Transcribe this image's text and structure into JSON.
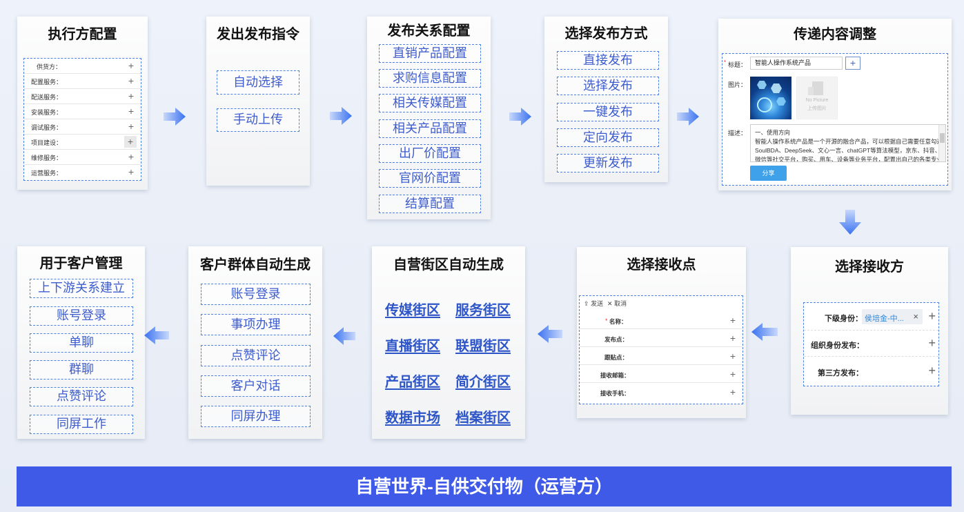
{
  "top_row": {
    "executor": {
      "title": "执行方配置",
      "rows": [
        "供货方：",
        "配置服务：",
        "配送服务：",
        "安装服务：",
        "调试服务：",
        "项目建设：",
        "维修服务：",
        "运营服务："
      ],
      "plus": "+"
    },
    "command": {
      "title": "发出发布指令",
      "options": [
        "自动选择",
        "手动上传"
      ]
    },
    "relation": {
      "title": "发布关系配置",
      "options": [
        "直销产品配置",
        "求购信息配置",
        "相关传媒配置",
        "相关产品配置",
        "出厂价配置",
        "官网价配置",
        "结算配置"
      ]
    },
    "method": {
      "title": "选择发布方式",
      "options": [
        "直接发布",
        "选择发布",
        "一键发布",
        "定向发布",
        "更新发布"
      ]
    },
    "content": {
      "title": "传递内容调整",
      "label_title": "标题：",
      "title_value": "智能人操作系统产品",
      "plus": "+",
      "label_image": "图片：",
      "no_picture": "No Picture",
      "upload_image": "上传图片",
      "label_desc": "描述：",
      "desc_lines": [
        "一、使用方向",
        "智能人操作系统产品是一个开源的融合产品，可以根据自己需要任意勾选",
        "SoulBDA、DeepSeek、文心一言、chatGPT等算法模型，京东、抖音、",
        "微信等社交平台，购买、用车、设备等业务平台，配置出自己的各类专业"
      ],
      "share_button": "分享"
    }
  },
  "bottom_row": {
    "receiver": {
      "title": "选择接收方",
      "rows": [
        {
          "label": "下级身份：",
          "chip": "侯培金-中...",
          "x": "×",
          "plus": "+"
        },
        {
          "label": "组织身份发布：",
          "plus": "+"
        },
        {
          "label": "第三方发布：",
          "plus": "+"
        }
      ]
    },
    "point": {
      "title": "选择接收点",
      "toolbar_send": "发送",
      "toolbar_cancel": "取消",
      "required_mark": "*",
      "rows": [
        "名称：",
        "发布点：",
        "跟贴点：",
        "接收邮箱：",
        "接收手机："
      ],
      "plus": "+"
    },
    "block": {
      "title": "自营街区自动生成",
      "links": [
        "传媒街区",
        "服务街区",
        "直播街区",
        "联盟街区",
        "产品街区",
        "简介街区",
        "数据市场",
        "档案街区"
      ]
    },
    "group": {
      "title": "客户群体自动生成",
      "options": [
        "账号登录",
        "事项办理",
        "点赞评论",
        "客户对话",
        "同屏办理"
      ]
    },
    "customer": {
      "title": "用于客户管理",
      "options": [
        "上下游关系建立",
        "账号登录",
        "单聊",
        "群聊",
        "点赞评论",
        "同屏工作"
      ]
    }
  },
  "banner": {
    "text": "自营世界-自供交付物（运营方）"
  },
  "colors": {
    "accent": "#3e5ae6",
    "dashed": "#4c7fe0",
    "arrow": "#3f74ee",
    "pill_text": "#3d5ccd",
    "share": "#3fa1ea"
  }
}
